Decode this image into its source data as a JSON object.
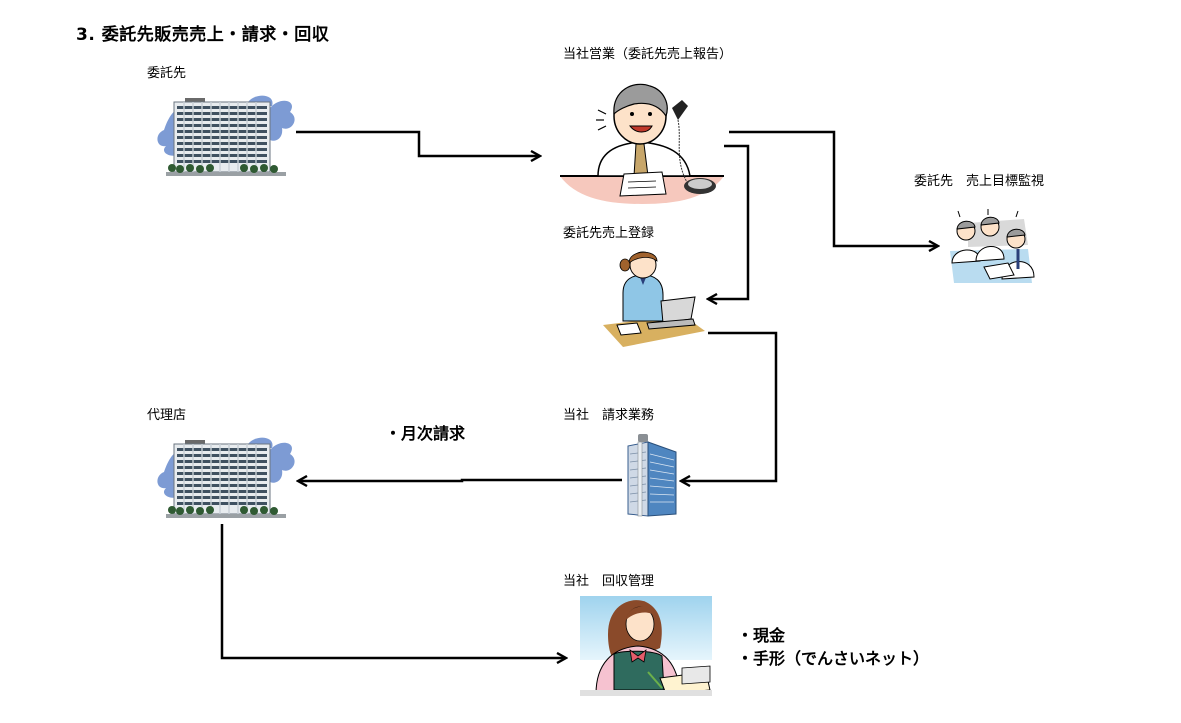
{
  "title": "3. 委託先販売売上・請求・回収",
  "nodes": {
    "consignee": {
      "label": "委託先",
      "icon": "office-building-icon"
    },
    "sales": {
      "label": "当社営業（委託先売上報告）",
      "icon": "salesman-on-phone-icon"
    },
    "monitoring": {
      "label": "委託先　売上目標監視",
      "icon": "meeting-people-icon"
    },
    "registration": {
      "label": "委託先売上登録",
      "icon": "woman-at-laptop-icon"
    },
    "billing": {
      "label": "当社　請求業務",
      "icon": "company-tower-icon"
    },
    "agency": {
      "label": "代理店",
      "icon": "office-building-icon"
    },
    "collection": {
      "label": "当社　回収管理",
      "icon": "woman-writing-icon"
    }
  },
  "notes": {
    "billing_note": "・月次請求",
    "collection_methods": [
      "・現金",
      "・手形（でんさいネット）"
    ]
  },
  "colors": {
    "arrow": "#000000",
    "cloud": "#7d9bd4",
    "building": "#5b6b7a",
    "tree": "#2f5a32",
    "desk": "#d8b060",
    "shirt_blue": "#8fc6e6",
    "bg_blue": "#bfe2f5",
    "sky_pink": "#f5c8b8"
  }
}
